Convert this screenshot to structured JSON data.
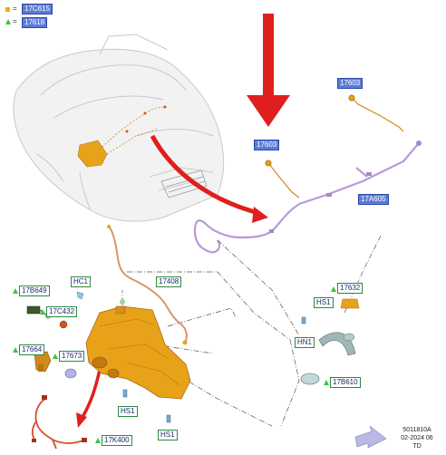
{
  "legend": {
    "square_code": "17C615",
    "triangle_code": "17618",
    "equals": "="
  },
  "callouts": {
    "top_label_a": "17603",
    "top_label_b": "17603",
    "tube_label": "17A605",
    "hose_label": "17408",
    "hc1": "HC1",
    "l_17b649": "17B649",
    "l_17c432": "17C432",
    "l_17664": "17664",
    "l_17673": "17673",
    "hs1_mid": "HS1",
    "hs1_bottom": "HS1",
    "l_17k400": "17K400",
    "hs1_right": "HS1",
    "l_17632": "17632",
    "hn1": "HN1",
    "l_17b610": "17B610"
  },
  "footer": {
    "code": "5011810A",
    "date": "02-2024 06",
    "suffix": "TD"
  },
  "colors": {
    "part_orange": "#e8a21a",
    "label_blue": "#5b7bd8",
    "arrow_red": "#e01e1e",
    "hose_purple": "#b89ad6",
    "triangle_green": "#3ec43e"
  }
}
